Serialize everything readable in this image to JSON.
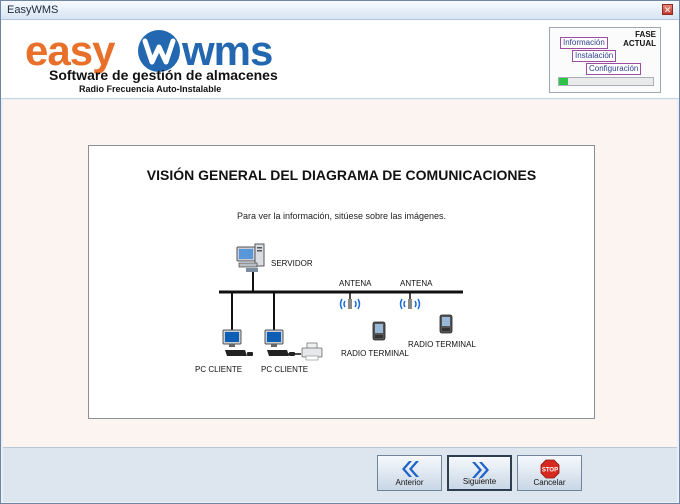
{
  "window": {
    "title": "EasyWMS",
    "close_glyph": "✕"
  },
  "header": {
    "logo_easy": "easy",
    "logo_wms": "wms",
    "subtitle": "Software de gestión de almacenes",
    "subtitle2": "Radio Frecuencia Auto-Instalable",
    "phase": {
      "label_line1": "FASE",
      "label_line2": "ACTUAL",
      "steps": [
        "Información",
        "Instalación",
        "Configuración"
      ],
      "progress_fraction": 0.1,
      "progress_color": "#2fc249"
    }
  },
  "diagram": {
    "title": "VISIÓN GENERAL DEL DIAGRAMA DE COMUNICACIONES",
    "instructions": "Para ver la información, sitúese sobre las imágenes.",
    "labels": {
      "server": "SERVIDOR",
      "antenna1": "ANTENA",
      "antenna2": "ANTENA",
      "pc_client1": "PC CLIENTE",
      "pc_client2": "PC CLIENTE",
      "radio_terminal1": "RADIO TERMINAL",
      "radio_terminal2": "RADIO TERMINAL"
    }
  },
  "footer": {
    "previous_label": "Anterior",
    "next_label": "Siguiente",
    "cancel_label": "Cancelar",
    "stop_text": "STOP"
  },
  "colors": {
    "logo_orange": "#e8702a",
    "logo_blue": "#2267b0",
    "nav_arrow_blue": "#1f63c9",
    "stop_red": "#d62a20"
  }
}
